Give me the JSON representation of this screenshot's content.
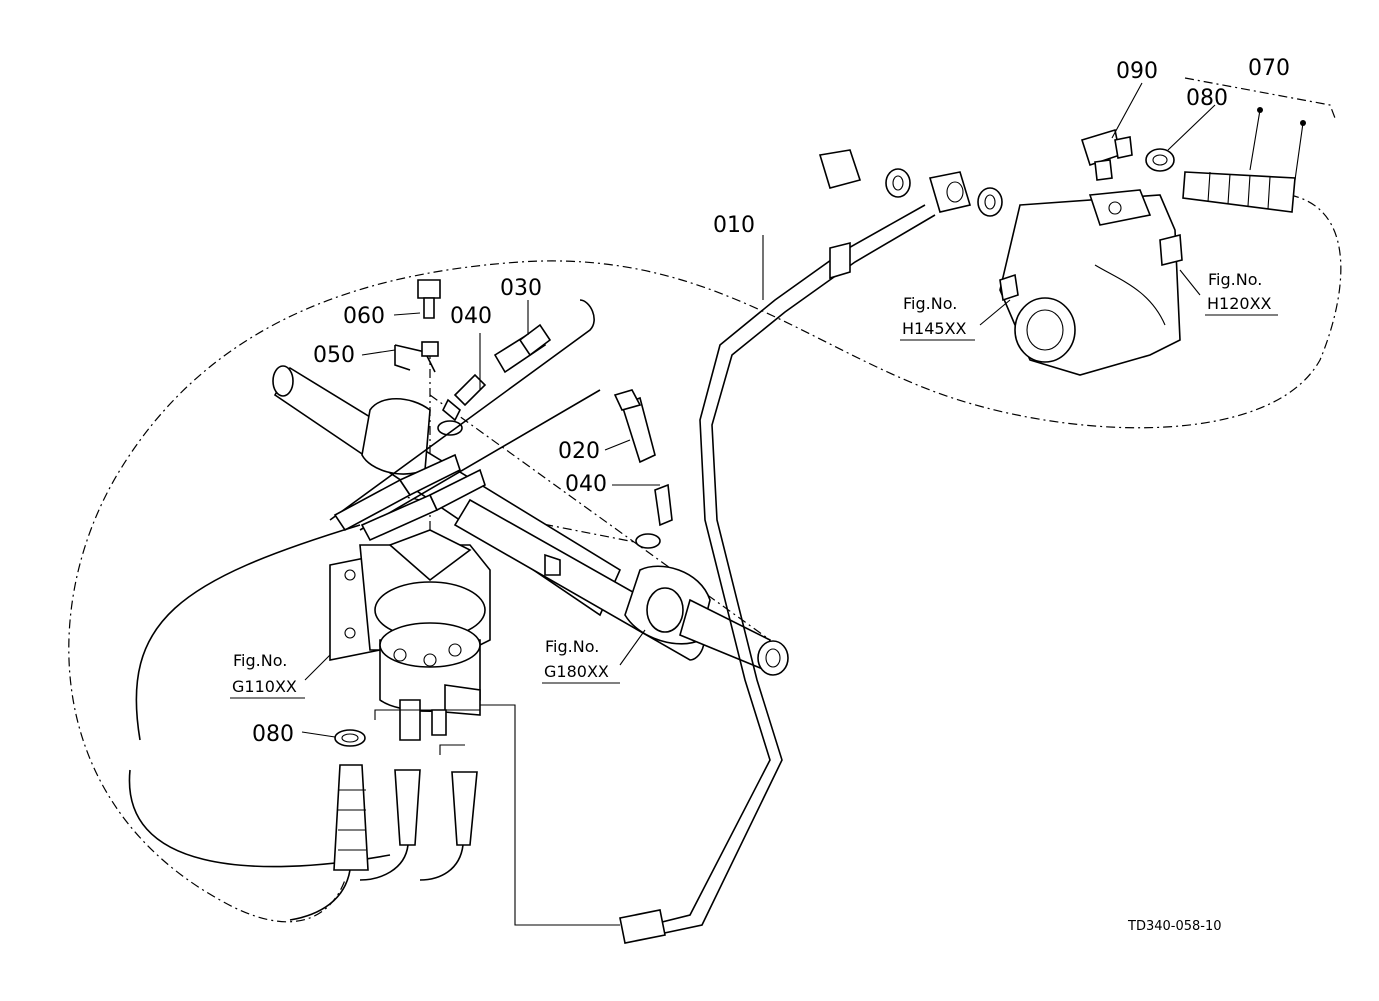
{
  "labels": {
    "p010": "010",
    "p020": "020",
    "p030": "030",
    "p040a": "040",
    "p040b": "040",
    "p050": "050",
    "p060": "060",
    "p070": "070",
    "p080a": "080",
    "p080b": "080",
    "p090": "090"
  },
  "figures": {
    "h120": {
      "caption": "Fig.No.",
      "code": "H120XX"
    },
    "h145": {
      "caption": "Fig.No.",
      "code": "H145XX"
    },
    "g110": {
      "caption": "Fig.No.",
      "code": "G110XX"
    },
    "g180": {
      "caption": "Fig.No.",
      "code": "G180XX"
    }
  },
  "drawing_code": "TD340-058-10"
}
